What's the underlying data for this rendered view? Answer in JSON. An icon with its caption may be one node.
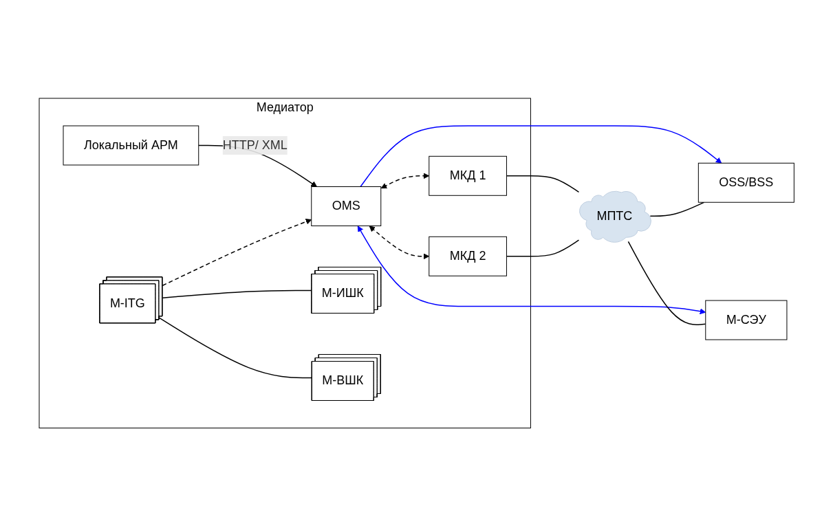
{
  "diagram": {
    "nodes": [
      {
        "text": [
          "Медиатор"
        ]
      },
      {
        "text": [
          "OMS"
        ],
        "in": 0
      },
      {
        "text": [
          "Локальный АРМ"
        ],
        "in": 0
      },
      {
        "text": [
          "M-ITG"
        ],
        "in": 0
      },
      {
        "text": [
          "МКД 1"
        ],
        "in": 0
      },
      {
        "text": [
          "МКД 2"
        ],
        "in": 0
      },
      {
        "text": [
          "M-ИШК"
        ],
        "in": 0
      },
      {
        "text": [
          "M-ВШК"
        ],
        "in": 0
      },
      {
        "text": [
          "OSS/BSS"
        ]
      },
      {
        "text": [
          "МПТС"
        ]
      },
      {
        "text": [
          "M-СЭУ"
        ]
      }
    ],
    "edges": [
      {
        "from": 2,
        "to": 1,
        "arrow": "to",
        "label": "HTTP/ XML"
      },
      {
        "from": 1,
        "to": 8,
        "arrow": "to",
        "color": "#0000ff"
      },
      {
        "from": 1,
        "to": 10,
        "arrow": "both",
        "color": "#0000ff"
      },
      {
        "from": 3,
        "to": 1,
        "arrow": "to",
        "style": "dashed"
      },
      {
        "from": 1,
        "to": 4,
        "arrow": "both",
        "style": "dashed"
      },
      {
        "from": 1,
        "to": 5,
        "arrow": "both",
        "style": "dashed"
      },
      {
        "from": 3,
        "to": 6,
        "arrow": "none"
      },
      {
        "from": 3,
        "to": 7,
        "arrow": "none"
      },
      {
        "from": 4,
        "to": 9,
        "arrow": "none"
      },
      {
        "from": 5,
        "to": 9,
        "arrow": "none"
      },
      {
        "from": 9,
        "to": 8,
        "arrow": "none"
      },
      {
        "from": 9,
        "to": 10,
        "arrow": "none"
      }
    ]
  }
}
